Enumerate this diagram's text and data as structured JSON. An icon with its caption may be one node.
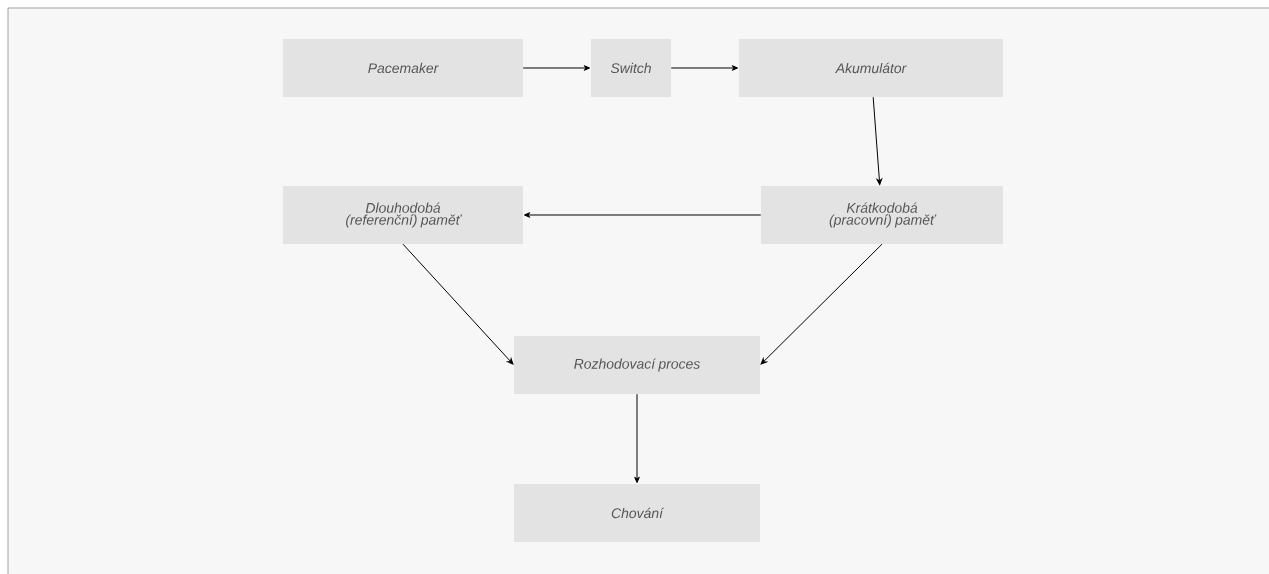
{
  "diagram": {
    "nodes": [
      {
        "text": [
          "Pacemaker"
        ]
      },
      {
        "text": [
          "Switch"
        ]
      },
      {
        "text": [
          "Akumulátor"
        ]
      },
      {
        "text": [
          "Dlouhodobá (referenční) paměť"
        ]
      },
      {
        "text": [
          "Krátkodobá (pracovní) paměť"
        ]
      },
      {
        "text": [
          "Rozhodovací proces"
        ]
      },
      {
        "text": [
          "Chování"
        ]
      }
    ],
    "edges": [
      {
        "from": 0,
        "to": 1,
        "arrow": "to"
      },
      {
        "from": 1,
        "to": 2,
        "arrow": "to"
      },
      {
        "from": 2,
        "to": 4,
        "arrow": "to"
      },
      {
        "from": 4,
        "to": 3,
        "arrow": "to"
      },
      {
        "from": 3,
        "to": 5,
        "arrow": "to"
      },
      {
        "from": 4,
        "to": 5,
        "arrow": "to"
      },
      {
        "from": 5,
        "to": 6,
        "arrow": "to"
      }
    ]
  }
}
